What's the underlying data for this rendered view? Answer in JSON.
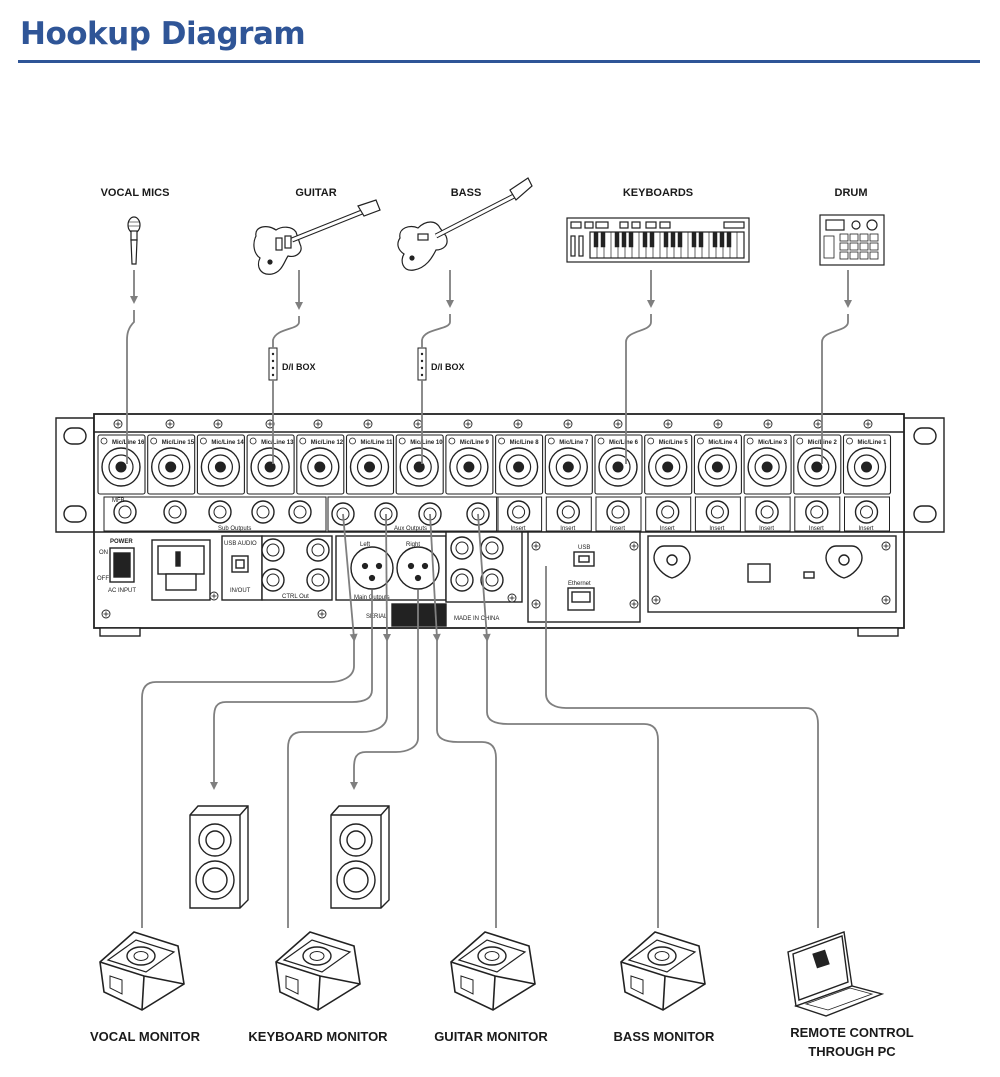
{
  "page": {
    "title": "Hookup Diagram"
  },
  "sources": [
    {
      "label": "VOCAL MICS",
      "icon": "microphone-icon"
    },
    {
      "label": "GUITAR",
      "icon": "guitar-icon"
    },
    {
      "label": "BASS",
      "icon": "bass-guitar-icon"
    },
    {
      "label": "KEYBOARDS",
      "icon": "keyboard-icon"
    },
    {
      "label": "DRUM",
      "icon": "drum-machine-icon"
    }
  ],
  "di_box_label": "D/I BOX",
  "destinations": [
    {
      "label": "VOCAL MONITOR",
      "icon": "floor-monitor-icon"
    },
    {
      "label": "KEYBOARD MONITOR",
      "icon": "floor-monitor-icon"
    },
    {
      "label": "GUITAR MONITOR",
      "icon": "floor-monitor-icon"
    },
    {
      "label": "BASS MONITOR",
      "icon": "floor-monitor-icon"
    },
    {
      "label_line1": "REMOTE CONTROL",
      "label_line2": "THROUGH PC",
      "icon": "laptop-icon"
    }
  ],
  "mixer": {
    "channel_labels": [
      "Mic/Line 16",
      "Mic/Line 15",
      "Mic/Line 14",
      "Mic/Line 13",
      "Mic/Line 12",
      "Mic/Line 11",
      "Mic/Line 10",
      "Mic/Line 9",
      "Mic/Line 8",
      "Mic/Line 7",
      "Mic/Line 6",
      "Mic/Line 5",
      "Mic/Line 4",
      "Mic/Line 3",
      "Mic/Line 2",
      "Mic/Line 1"
    ],
    "power_label": "POWER",
    "on_label": "ON",
    "off_label": "OFF",
    "ac_input_label": "AC INPUT",
    "usb_audio_label": "USB AUDIO",
    "in_out_label": "IN/OUT",
    "sub_outputs_label": "Sub Outputs",
    "aux_outputs_label": "Aux Outputs",
    "main_outputs_label": "Main Outputs",
    "ctrl_out_label": "CTRL Out",
    "left_label": "Left",
    "right_label": "Right",
    "usb_label": "USB",
    "ethernet_label": "Ethernet",
    "made_in_label": "MADE IN CHINA",
    "serial_label": "SERIAL",
    "insert_label": "Insert",
    "phones_label": "MFB"
  }
}
